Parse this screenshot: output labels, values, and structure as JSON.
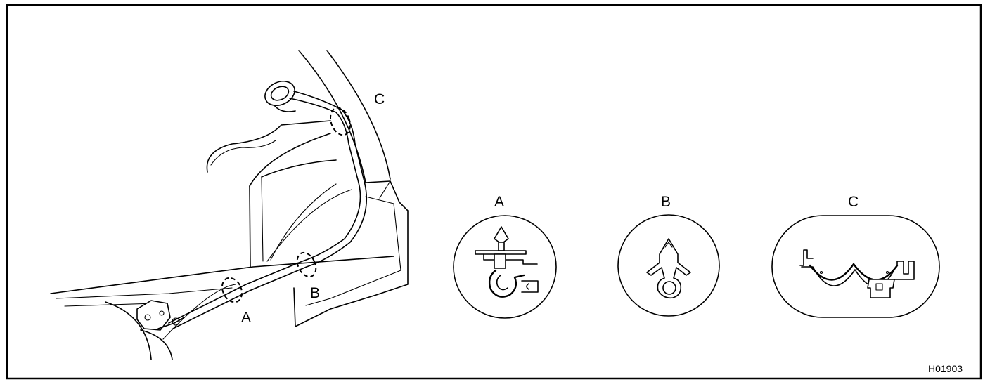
{
  "callouts": {
    "main_a": "A",
    "main_b": "B",
    "main_c": "C"
  },
  "details": [
    {
      "label": "A"
    },
    {
      "label": "B"
    },
    {
      "label": "C"
    }
  ],
  "figure_code": "H01903"
}
